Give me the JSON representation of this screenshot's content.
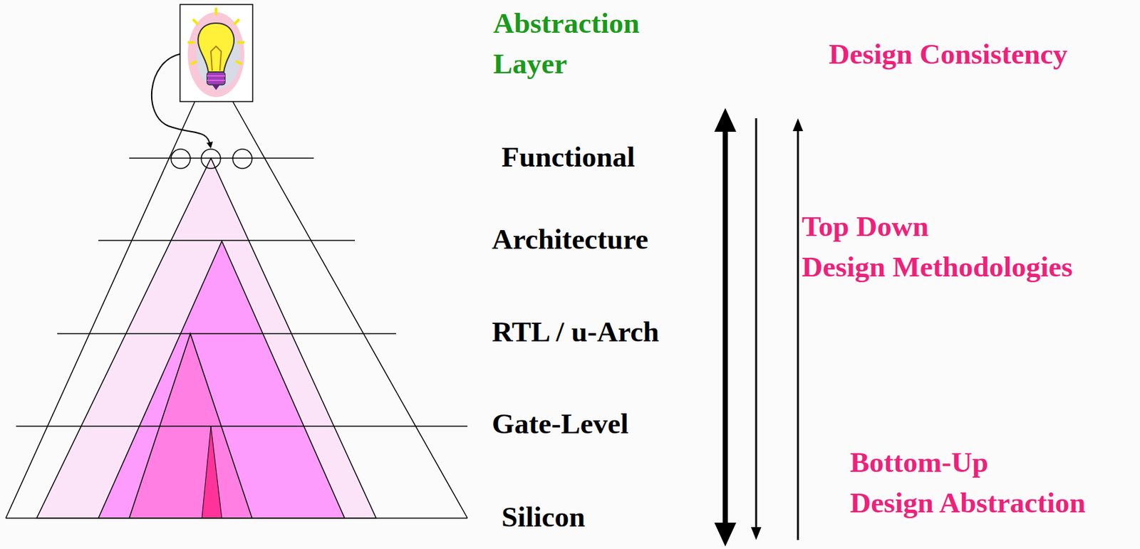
{
  "diagram": {
    "labels": [
      "Abstraction Layer",
      "Design Consistency",
      "Functional",
      "Architecture",
      "RTL / u-Arch",
      "Gate-Level",
      "Silicon",
      "Top Down Design Methodologies",
      "Bottom-Up Design Abstraction"
    ]
  }
}
